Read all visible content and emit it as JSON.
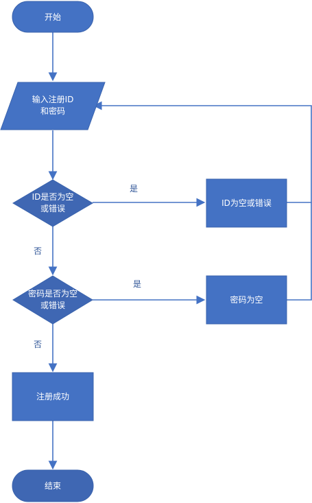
{
  "colors": {
    "fill": "#4472c4",
    "fill_dark": "#3a63ad",
    "text_on_fill": "#ffffff",
    "edge": "#4472c4",
    "edge_label": "#2f5597"
  },
  "nodes": {
    "start": {
      "label": "开始"
    },
    "input": {
      "line1": "输入注册ID",
      "line2": "和密码"
    },
    "check_id": {
      "line1": "ID是否为空",
      "line2": "或错误"
    },
    "id_error": {
      "label": "ID为空或错误"
    },
    "check_pwd": {
      "line1": "密码是否为空",
      "line2": "或错误"
    },
    "pwd_empty": {
      "label": "密码为空"
    },
    "success": {
      "label": "注册成功"
    },
    "end": {
      "label": "结束"
    }
  },
  "edges": {
    "check_id_yes": "是",
    "check_id_no": "否",
    "check_pwd_yes": "是",
    "check_pwd_no": "否"
  }
}
